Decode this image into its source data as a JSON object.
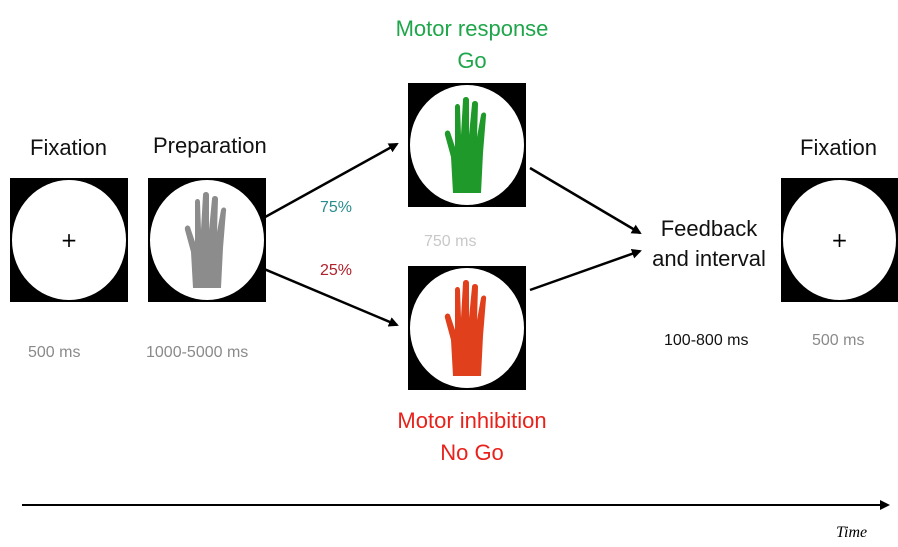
{
  "fixation_left": {
    "title": "Fixation",
    "symbol": "+",
    "duration": "500 ms"
  },
  "preparation": {
    "title": "Preparation",
    "duration": "1000-5000 ms",
    "hand_color": "#8c8c8c"
  },
  "go": {
    "title_line1": "Motor response",
    "title_line2": "Go",
    "color": "#1fa64a",
    "duration": "750 ms",
    "hand_color": "#1f9a2a"
  },
  "nogo": {
    "title_line1": "Motor inhibition",
    "title_line2": "No Go",
    "color": "#e8211b",
    "hand_color": "#e0401c"
  },
  "probabilities": {
    "go": "75%",
    "go_color": "#2a8c8c",
    "nogo": "25%",
    "nogo_color": "#b0202a"
  },
  "feedback": {
    "line1": "Feedback",
    "line2": "and interval",
    "duration": "100-800 ms"
  },
  "fixation_right": {
    "title": "Fixation",
    "symbol": "+",
    "duration": "500 ms"
  },
  "timeline": {
    "label": "Time"
  }
}
